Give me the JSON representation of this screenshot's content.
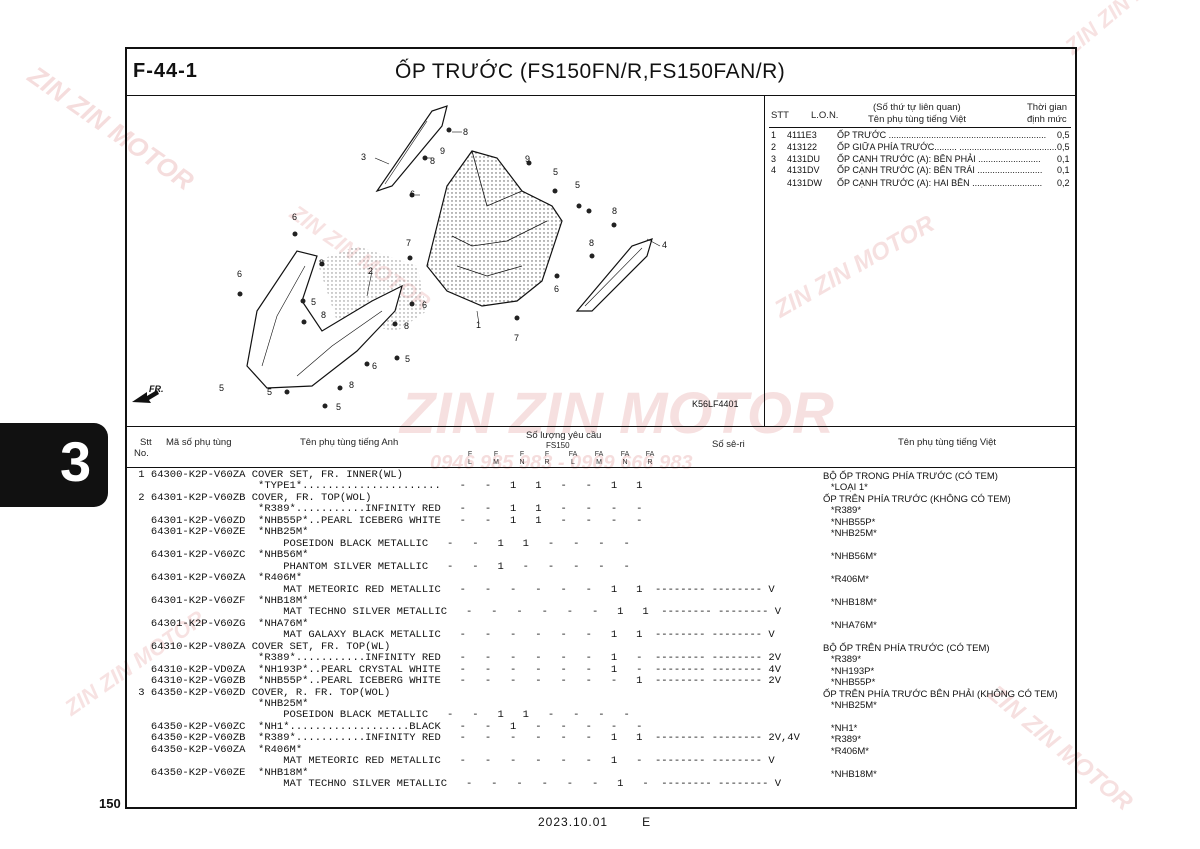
{
  "header": {
    "code": "F-44-1",
    "title": "ỐP TRƯỚC (FS150FN/R,FS150FAN/R)"
  },
  "category_tab": "3",
  "page_number": "150",
  "footer": {
    "date": "2023.10.01",
    "edition": "E"
  },
  "diagram": {
    "label_fr": "FR.",
    "figure_code": "K56LF4401",
    "callouts": [
      "1",
      "2",
      "3",
      "4",
      "5",
      "6",
      "7",
      "8",
      "9"
    ]
  },
  "legend": {
    "headers": {
      "stt": "STT",
      "lon": "L.O.N.",
      "related": "(Số thứ tự liên quan)",
      "name": "Tên phụ tùng tiếng Việt",
      "time1": "Thời gian",
      "time2": "định mức"
    },
    "rows": [
      {
        "stt": "1",
        "lon": "4111E3",
        "name": "ỐP TRƯỚC ...............................................................",
        "time": "0,5"
      },
      {
        "stt": "2",
        "lon": "413122",
        "name": "ỐP GIỮA PHÍA TRƯỚC......... .......................................",
        "time": "0,5"
      },
      {
        "stt": "3",
        "lon": "4131DU",
        "name": "ỐP CẠNH TRƯỚC (A): BÊN PHẢI .........................",
        "time": "0,1"
      },
      {
        "stt": "4",
        "lon": "4131DV",
        "name": "ỐP CẠNH TRƯỚC (A): BÊN TRÁI ..........................",
        "time": "0,1"
      },
      {
        "stt": "",
        "lon": "4131DW",
        "name": "ỐP CẠNH TRƯỚC (A): HAI BÊN ............................",
        "time": "0,2"
      }
    ]
  },
  "table": {
    "headers": {
      "stt1": "Stt",
      "stt2": "No.",
      "part_no": "Mã số phụ tùng",
      "name_en": "Tên phụ tùng tiếng Anh",
      "qty": "Số lượng yêu cầu",
      "model": "FS150",
      "serial": "Số sê-ri",
      "name_vn": "Tên phụ tùng tiếng Việt"
    },
    "qty_columns": [
      {
        "a": "F",
        "b": "L"
      },
      {
        "a": "F",
        "b": "M"
      },
      {
        "a": "F",
        "b": "N"
      },
      {
        "a": "F",
        "b": "R"
      },
      {
        "a": "FA",
        "b": "L"
      },
      {
        "a": "FA",
        "b": "M"
      },
      {
        "a": "FA",
        "b": "N"
      },
      {
        "a": "FA",
        "b": "R"
      }
    ],
    "rows": [
      " 1 64300-K2P-V60ZA COVER SET, FR. INNER(WL)",
      "                    *TYPE1*......................   -   -   1   1   -   -   1   1",
      " 2 64301-K2P-V60ZB COVER, FR. TOP(WOL)",
      "                    *R389*...........INFINITY RED   -   -   1   1   -   -   -   -",
      "   64301-K2P-V60ZD  *NHB55P*..PEARL ICEBERG WHITE   -   -   1   1   -   -   -   -",
      "   64301-K2P-V60ZE  *NHB25M*",
      "                        POSEIDON BLACK METALLIC   -   -   1   1   -   -   -   -",
      "   64301-K2P-V60ZC  *NHB56M*",
      "                        PHANTOM SILVER METALLIC   -   -   1   -   -   -   -   -",
      "   64301-K2P-V60ZA  *R406M*",
      "                        MAT METEORIC RED METALLIC   -   -   -   -   -   -   1   1  -------- -------- V",
      "   64301-K2P-V60ZF  *NHB18M*",
      "                        MAT TECHNO SILVER METALLIC   -   -   -   -   -   -   1   1  -------- -------- V",
      "   64301-K2P-V60ZG  *NHA76M*",
      "                        MAT GALAXY BLACK METALLIC   -   -   -   -   -   -   1   1  -------- -------- V",
      "   64310-K2P-V80ZA COVER SET, FR. TOP(WL)",
      "                    *R389*...........INFINITY RED   -   -   -   -   -   -   1   -  -------- -------- 2V",
      "   64310-K2P-VD0ZA  *NH193P*..PEARL CRYSTAL WHITE   -   -   -   -   -   -   1   -  -------- -------- 4V",
      "   64310-K2P-VG0ZB  *NHB55P*..PEARL ICEBERG WHITE   -   -   -   -   -   -   -   1  -------- -------- 2V",
      " 3 64350-K2P-V60ZD COVER, R. FR. TOP(WOL)",
      "                    *NHB25M*",
      "                        POSEIDON BLACK METALLIC   -   -   1   1   -   -   -   -",
      "   64350-K2P-V60ZC  *NH1*...................BLACK   -   -   1   -   -   -   -   -",
      "   64350-K2P-V60ZB  *R389*...........INFINITY RED   -   -   -   -   -   -   1   1  -------- -------- 2V,4V",
      "   64350-K2P-V60ZA  *R406M*",
      "                        MAT METEORIC RED METALLIC   -   -   -   -   -   -   1   -  -------- -------- V",
      "   64350-K2P-V60ZE  *NHB18M*",
      "                        MAT TECHNO SILVER METALLIC   -   -   -   -   -   -   1   -  -------- -------- V"
    ],
    "vn_rows": [
      {
        "row": 0,
        "text": "BỘ ỐP TRONG PHÍA TRƯỚC (CÓ TEM)"
      },
      {
        "row": 1,
        "text": "   *LOẠI 1*"
      },
      {
        "row": 2,
        "text": "ỐP TRÊN PHÍA TRƯỚC (KHÔNG CÓ TEM)"
      },
      {
        "row": 3,
        "text": "   *R389*"
      },
      {
        "row": 4,
        "text": "   *NHB55P*"
      },
      {
        "row": 5,
        "text": "   *NHB25M*"
      },
      {
        "row": 7,
        "text": "   *NHB56M*"
      },
      {
        "row": 9,
        "text": "   *R406M*"
      },
      {
        "row": 11,
        "text": "   *NHB18M*"
      },
      {
        "row": 13,
        "text": "   *NHA76M*"
      },
      {
        "row": 15,
        "text": "BỘ ỐP TRÊN PHÍA TRƯỚC (CÓ TEM)"
      },
      {
        "row": 16,
        "text": "   *R389*"
      },
      {
        "row": 17,
        "text": "   *NH193P*"
      },
      {
        "row": 18,
        "text": "   *NHB55P*"
      },
      {
        "row": 19,
        "text": "ỐP TRÊN PHÍA TRƯỚC BÊN PHẢI (KHÔNG CÓ TEM)"
      },
      {
        "row": 20,
        "text": "   *NHB25M*"
      },
      {
        "row": 22,
        "text": "   *NH1*"
      },
      {
        "row": 23,
        "text": "   *R389*"
      },
      {
        "row": 24,
        "text": "   *R406M*"
      },
      {
        "row": 26,
        "text": "   *NHB18M*"
      }
    ]
  },
  "watermark": {
    "brand": "ZIN ZIN MOTOR",
    "phone": "0946 985 983 - 0909 666 983"
  }
}
